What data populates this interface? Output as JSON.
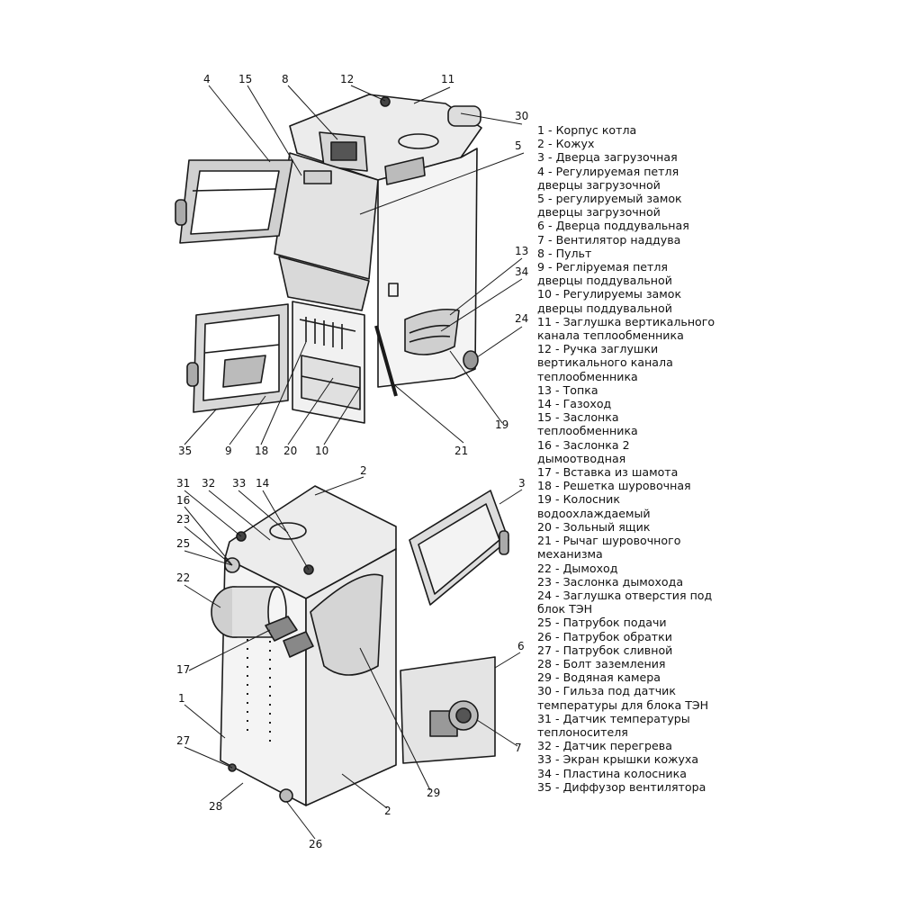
{
  "legend": [
    "1 - Корпус котла",
    "2 - Кожух",
    "3 - Дверца загрузочная",
    "4 - Регулируемая петля",
    "дверцы загрузочной",
    "5 - регулируемый замок",
    "дверцы загрузочной",
    "6 - Дверца поддувальная",
    "7 - Вентилятор наддува",
    "8 - Пульт",
    "9 - Регліруемая петля",
    "дверцы поддувальной",
    "10 - Регулируемы замок",
    "дверцы поддувальной",
    "11 - Заглушка вертикального",
    "канала теплообменника",
    "12 - Ручка заглушки",
    "вертикального канала",
    "теплообменника",
    "13 - Топка",
    "14 - Газоход",
    "15 - Заслонка",
    "теплообменника",
    "16 - Заслонка 2",
    "дымоотводная",
    "17 - Вставка из шамота",
    "18 - Решетка шуровочная",
    "19 - Колосник",
    "водоохлаждаемый",
    "20 - Зольный ящик",
    "21 - Рычаг шуровочного",
    "механизма",
    "22 - Дымоход",
    "23 - Заслонка дымохода",
    "24 - Заглушка отверстия под",
    "блок ТЭН",
    "25 - Патрубок подачи",
    "26 - Патрубок обратки",
    "27 - Патрубок сливной",
    "28 - Болт заземления",
    "29 - Водяная камера",
    "30 - Гильза под датчик",
    "температуры для блока ТЭН",
    "31 - Датчик температуры",
    "теплоносителя",
    "32 - Датчик перегрева",
    "33 - Экран крышки кожуха",
    "34 - Пластина колосника",
    "35 - Диффузор вентилятора"
  ],
  "top_callouts": [
    "4",
    "15",
    "8",
    "12",
    "11",
    "30",
    "5",
    "13",
    "34",
    "24",
    "19",
    "21",
    "10",
    "20",
    "18",
    "9",
    "35"
  ],
  "bottom_callouts": [
    "2",
    "31",
    "32",
    "33",
    "14",
    "16",
    "23",
    "25",
    "22",
    "17",
    "1",
    "27",
    "28",
    "26",
    "2",
    "29",
    "7",
    "6",
    "3"
  ]
}
